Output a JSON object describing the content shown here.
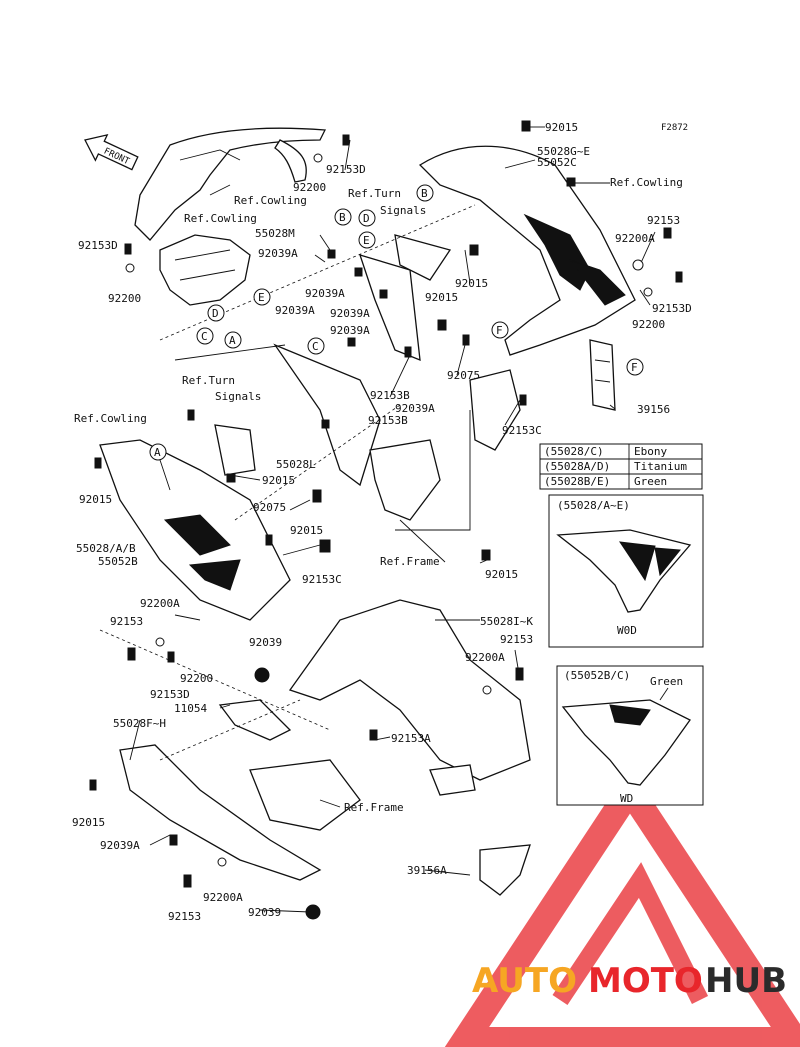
{
  "code": "F2872",
  "front_arrow": "FRONT",
  "table": [
    {
      "code": "(55028/C)",
      "color": "Ebony"
    },
    {
      "code": "(55028A/D)",
      "color": "Titanium"
    },
    {
      "code": "(55028B/E)",
      "color": "Green"
    }
  ],
  "inset1": {
    "title": "(55028/A~E)",
    "tag": "W0D"
  },
  "inset2": {
    "title": "(55052B/C)",
    "note": "Green",
    "tag": "WD"
  },
  "watermark": {
    "part1": "AUTO",
    "part2": "MOTO",
    "part3": "HUB"
  },
  "circle_letters": [
    "A",
    "B",
    "C",
    "D",
    "E",
    "F"
  ],
  "labels": {
    "l92015_top": "92015",
    "l55028g": "55028G~E",
    "l55052c": "55052C",
    "l_refcowl_r": "Ref.Cowling",
    "l92153_r": "92153",
    "l92200a_r": "92200A",
    "l92153d_r": "92153D",
    "l92200_r": "92200",
    "l92153d_t": "92153D",
    "l92200_t": "92200",
    "l_refcowl_t": "Ref.Cowling",
    "l_refturn_t1": "Ref.Turn",
    "l_refturn_t2": "Signals",
    "l_refcowl_l": "Ref.Cowling",
    "l92153d_l": "92153D",
    "l92200_l": "92200",
    "l55028m": "55028M",
    "l92039a_1": "92039A",
    "l92039a_2": "92039A",
    "l92039a_3": "92039A",
    "l92039a_4": "92039A",
    "l92039a_5": "92039A",
    "l92015_m1": "92015",
    "l92015_m2": "92015",
    "l92153b_1": "92153B",
    "l92039a_6": "92039A",
    "l92153b_2": "92153B",
    "l92075_r": "92075",
    "l92153c_r": "92153C",
    "l39156": "39156",
    "l_refturn_m1": "Ref.Turn",
    "l_refturn_m2": "Signals",
    "l_refcowl_m": "Ref.Cowling",
    "l92015_lm": "92015",
    "l55028l": "55028L",
    "l92015_c": "92015",
    "l92075_c": "92075",
    "l92015_c2": "92015",
    "l55028ab": "55028/A/B",
    "l55052b": "55052B",
    "l92153c_c": "92153C",
    "l_refframe_m": "Ref.Frame",
    "l92015_low": "92015",
    "l92200a_l": "92200A",
    "l92153_l": "92153",
    "l92039": "92039",
    "l92200_lm": "92200",
    "l55028ik": "55028I~K",
    "l92153_rl": "92153",
    "l92200a_rl": "92200A",
    "l92153d_lb": "92153D",
    "l11054": "11054",
    "l55028fh": "55028F~H",
    "l92153a": "92153A",
    "l_refframe_b": "Ref.Frame",
    "l92015_b": "92015",
    "l92039a_b": "92039A",
    "l39156a": "39156A",
    "l92200a_b": "92200A",
    "l92153_b": "92153",
    "l92039_b": "92039"
  },
  "colors": {
    "ink": "#111111",
    "watermark_red": "#e8262b",
    "watermark_orange": "#f6a623",
    "watermark_dark": "#2b2b2b"
  }
}
